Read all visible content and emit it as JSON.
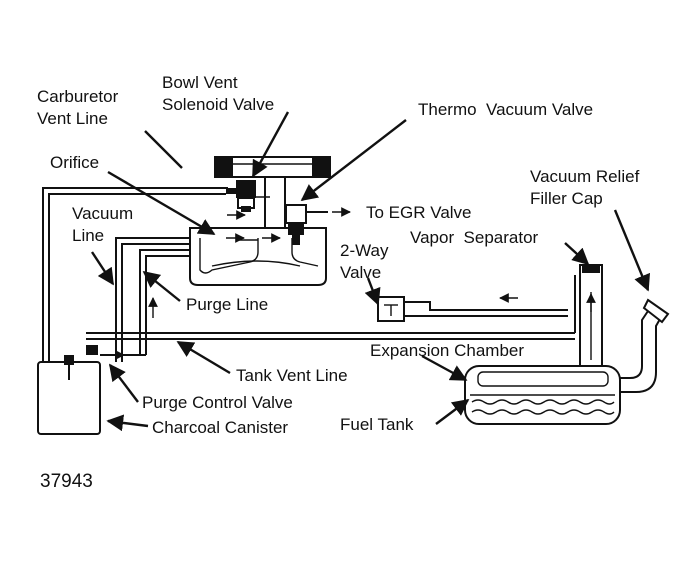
{
  "labels": {
    "carburetor_vent_line_1": "Carburetor",
    "carburetor_vent_line_2": "Vent Line",
    "bowl_vent_1": "Bowl Vent",
    "bowl_vent_2": "Solenoid Valve",
    "thermo_vacuum_valve": "Thermo  Vacuum Valve",
    "orifice": "Orifice",
    "to_egr_valve": "To EGR Valve",
    "vacuum_relief_1": "Vacuum Relief",
    "vacuum_relief_2": "Filler Cap",
    "vacuum_line_1": "Vacuum",
    "vacuum_line_2": "Line",
    "vapor_separator": "Vapor  Separator",
    "two_way_valve_1": "2-Way",
    "two_way_valve_2": "Valve",
    "purge_line": "Purge Line",
    "expansion_chamber": "Expansion Chamber",
    "tank_vent_line": "Tank Vent Line",
    "purge_control_valve": "Purge Control Valve",
    "charcoal_canister": "Charcoal Canister",
    "fuel_tank": "Fuel Tank"
  },
  "figure_number": "37943"
}
